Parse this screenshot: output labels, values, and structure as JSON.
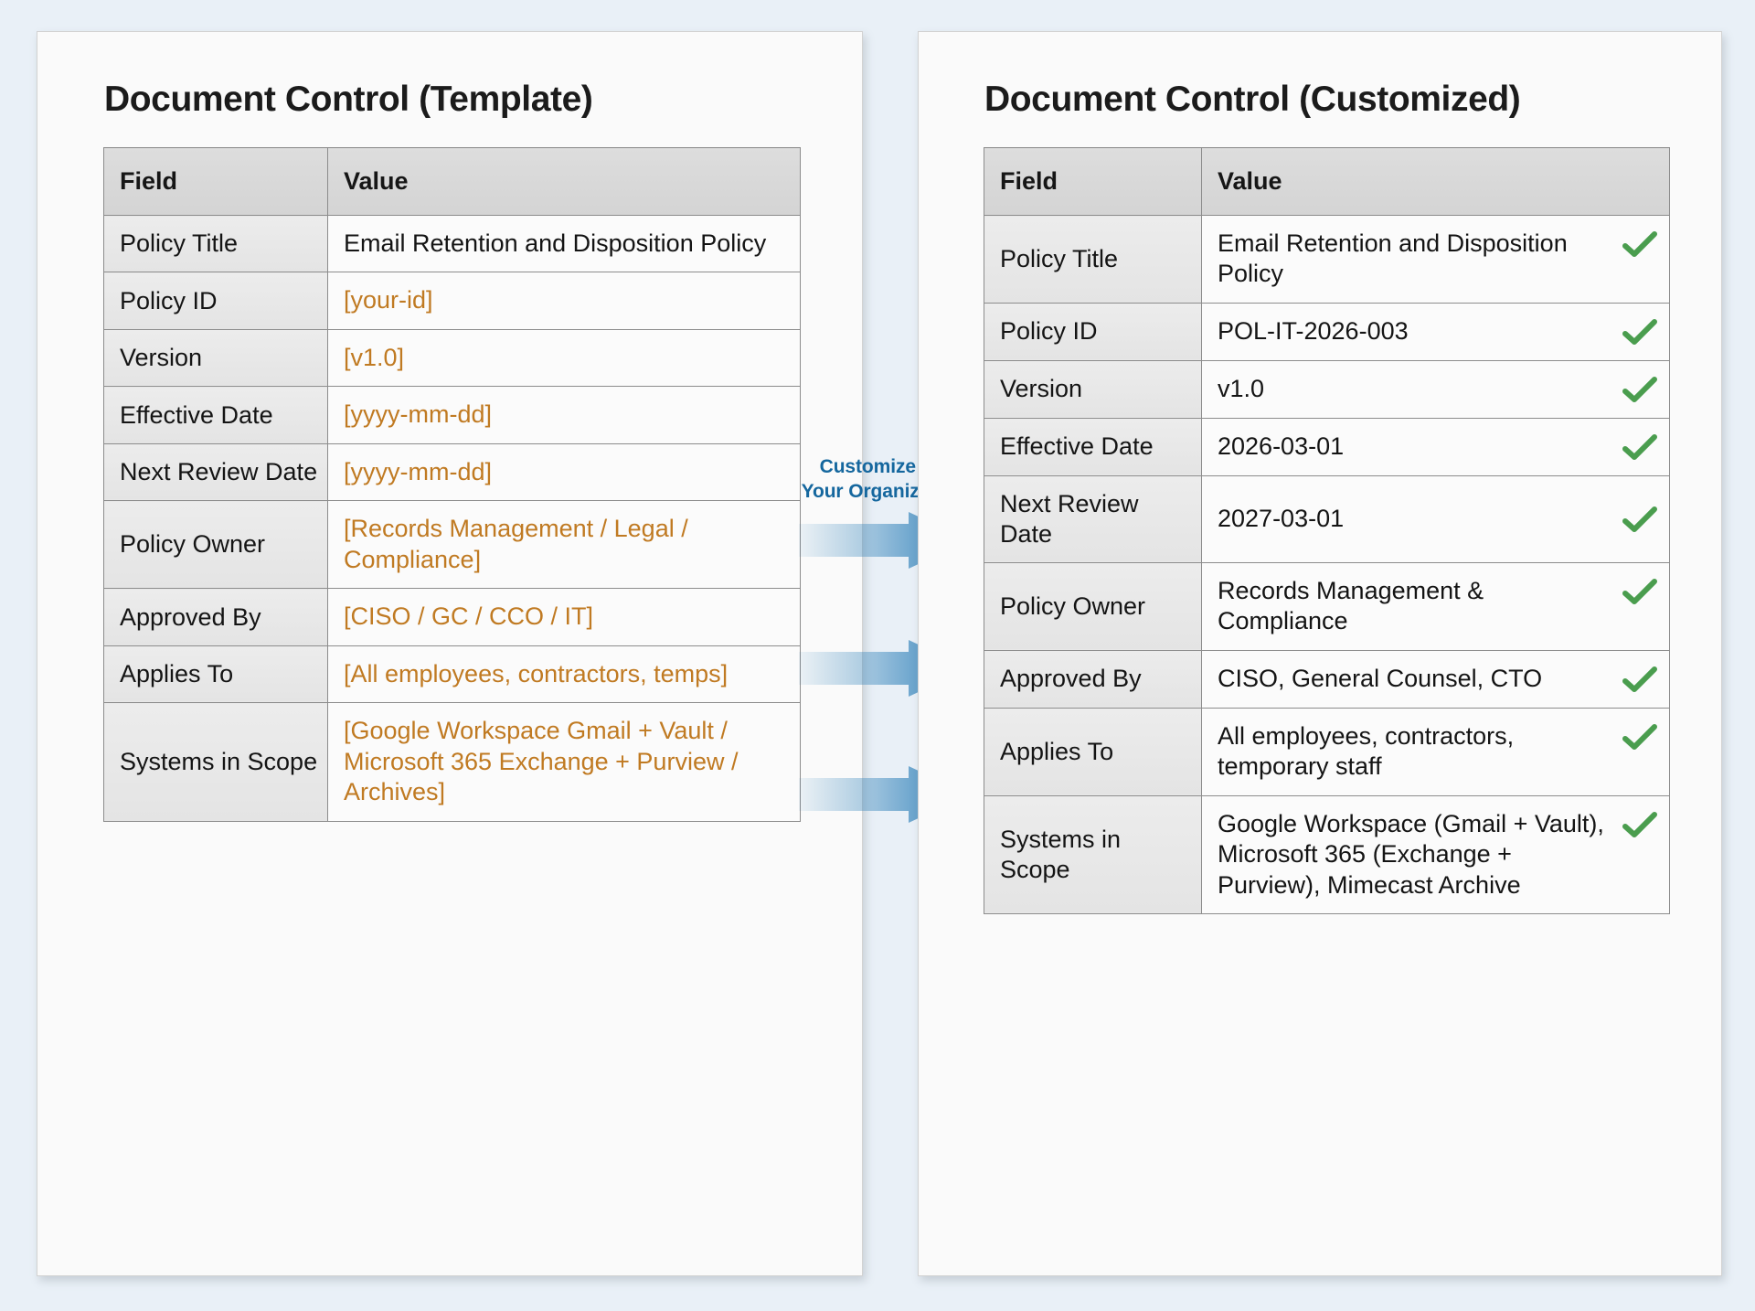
{
  "left_panel": {
    "title": "Document Control (Template)",
    "columns": [
      "Field",
      "Value"
    ],
    "rows": [
      {
        "field": "Policy Title",
        "value": "Email Retention and Disposition Policy",
        "placeholder": false
      },
      {
        "field": "Policy ID",
        "value": "[your-id]",
        "placeholder": true
      },
      {
        "field": "Version",
        "value": "[v1.0]",
        "placeholder": true
      },
      {
        "field": "Effective Date",
        "value": "[yyyy-mm-dd]",
        "placeholder": true
      },
      {
        "field": "Next Review Date",
        "value": "[yyyy-mm-dd]",
        "placeholder": true
      },
      {
        "field": "Policy Owner",
        "value": "[Records Management / Legal / Compliance]",
        "placeholder": true
      },
      {
        "field": "Approved By",
        "value": "[CISO / GC / CCO / IT]",
        "placeholder": true
      },
      {
        "field": "Applies To",
        "value": "[All employees, contractors, temps]",
        "placeholder": true
      },
      {
        "field": "Systems in Scope",
        "value": "[Google Workspace Gmail + Vault / Microsoft 365 Exchange + Purview / Archives]",
        "placeholder": true
      }
    ]
  },
  "right_panel": {
    "title": "Document Control (Customized)",
    "columns": [
      "Field",
      "Value"
    ],
    "rows": [
      {
        "field": "Policy Title",
        "value": "Email Retention and Disposition Policy",
        "checked": true
      },
      {
        "field": "Policy ID",
        "value": "POL-IT-2026-003",
        "checked": true
      },
      {
        "field": "Version",
        "value": "v1.0",
        "checked": true
      },
      {
        "field": "Effective Date",
        "value": "2026-03-01",
        "checked": true
      },
      {
        "field": "Next Review Date",
        "value": "2027-03-01",
        "checked": true
      },
      {
        "field": "Policy Owner",
        "value": "Records Management & Compliance",
        "checked": true
      },
      {
        "field": "Approved By",
        "value": "CISO, General Counsel, CTO",
        "checked": true
      },
      {
        "field": "Applies To",
        "value": "All employees, contractors, temporary staff",
        "checked": true
      },
      {
        "field": "Systems in Scope",
        "value": "Google Workspace (Gmail + Vault), Microsoft 365 (Exchange + Purview), Mimecast Archive",
        "checked": true
      }
    ]
  },
  "center": {
    "label_line1": "Customize for",
    "label_line2": "Your Organization",
    "arrow_count": 3
  },
  "colors": {
    "placeholder_orange": "#c07a22",
    "check_green": "#4a9d4e",
    "arrow_blue": "#2c7fb8",
    "label_blue": "#15679e",
    "page_background": "#e9f0f7",
    "panel_background": "#fafafa",
    "header_row": "#d8d8d8"
  }
}
